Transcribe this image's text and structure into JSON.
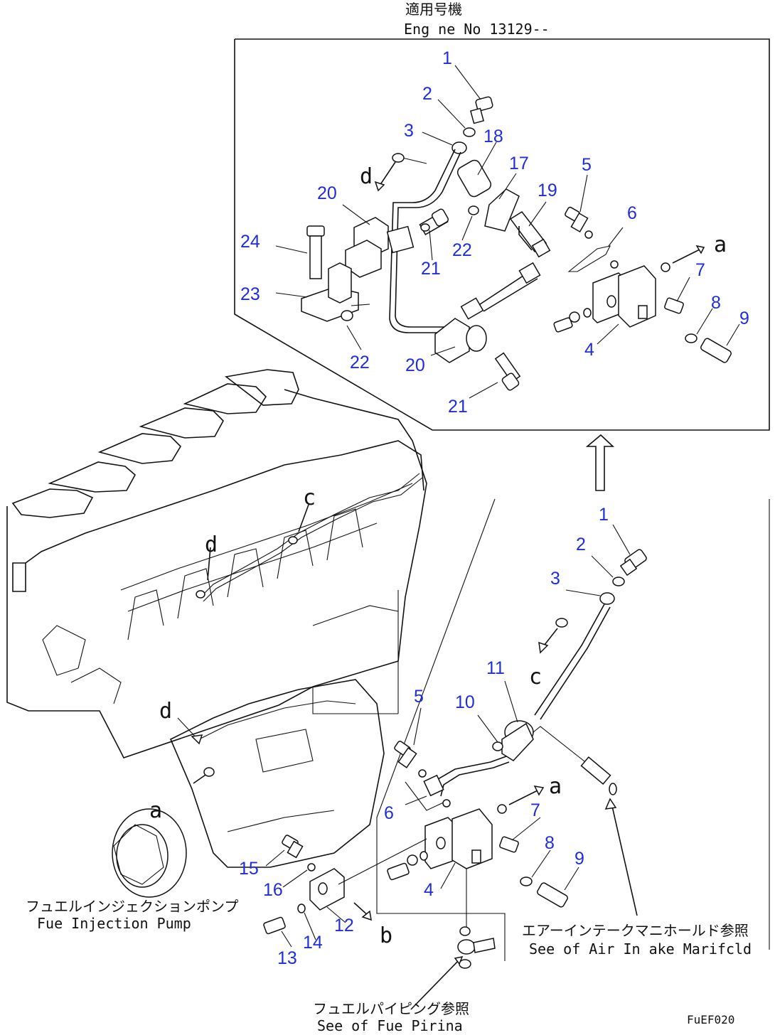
{
  "header": {
    "jp_title": "適用号機",
    "engine_no": "Eng ne No 13129--"
  },
  "notes": {
    "fuel_pump_jp": "フュエルインジェクションポンプ",
    "fuel_pump_en": "Fue  Injection Pump",
    "air_intake_jp": "エアーインテークマニホールド参照",
    "air_intake_en": "See of Air In ake Marifcld",
    "fuel_piping_jp": "フュエルパイピング参照",
    "fuel_piping_en": "See of Fue  Pirina",
    "code": "FuEF020"
  },
  "letters": {
    "a": "a",
    "b": "b",
    "c": "c",
    "d": "d"
  },
  "upper_callouts": [
    "1",
    "2",
    "3",
    "18",
    "17",
    "5",
    "19",
    "6",
    "20",
    "24",
    "21",
    "22",
    "23",
    "22",
    "20",
    "21",
    "7",
    "8",
    "9",
    "4"
  ],
  "lower_callouts": [
    "1",
    "2",
    "3",
    "11",
    "10",
    "5",
    "6",
    "7",
    "8",
    "9",
    "4",
    "15",
    "16",
    "12",
    "13",
    "14"
  ]
}
